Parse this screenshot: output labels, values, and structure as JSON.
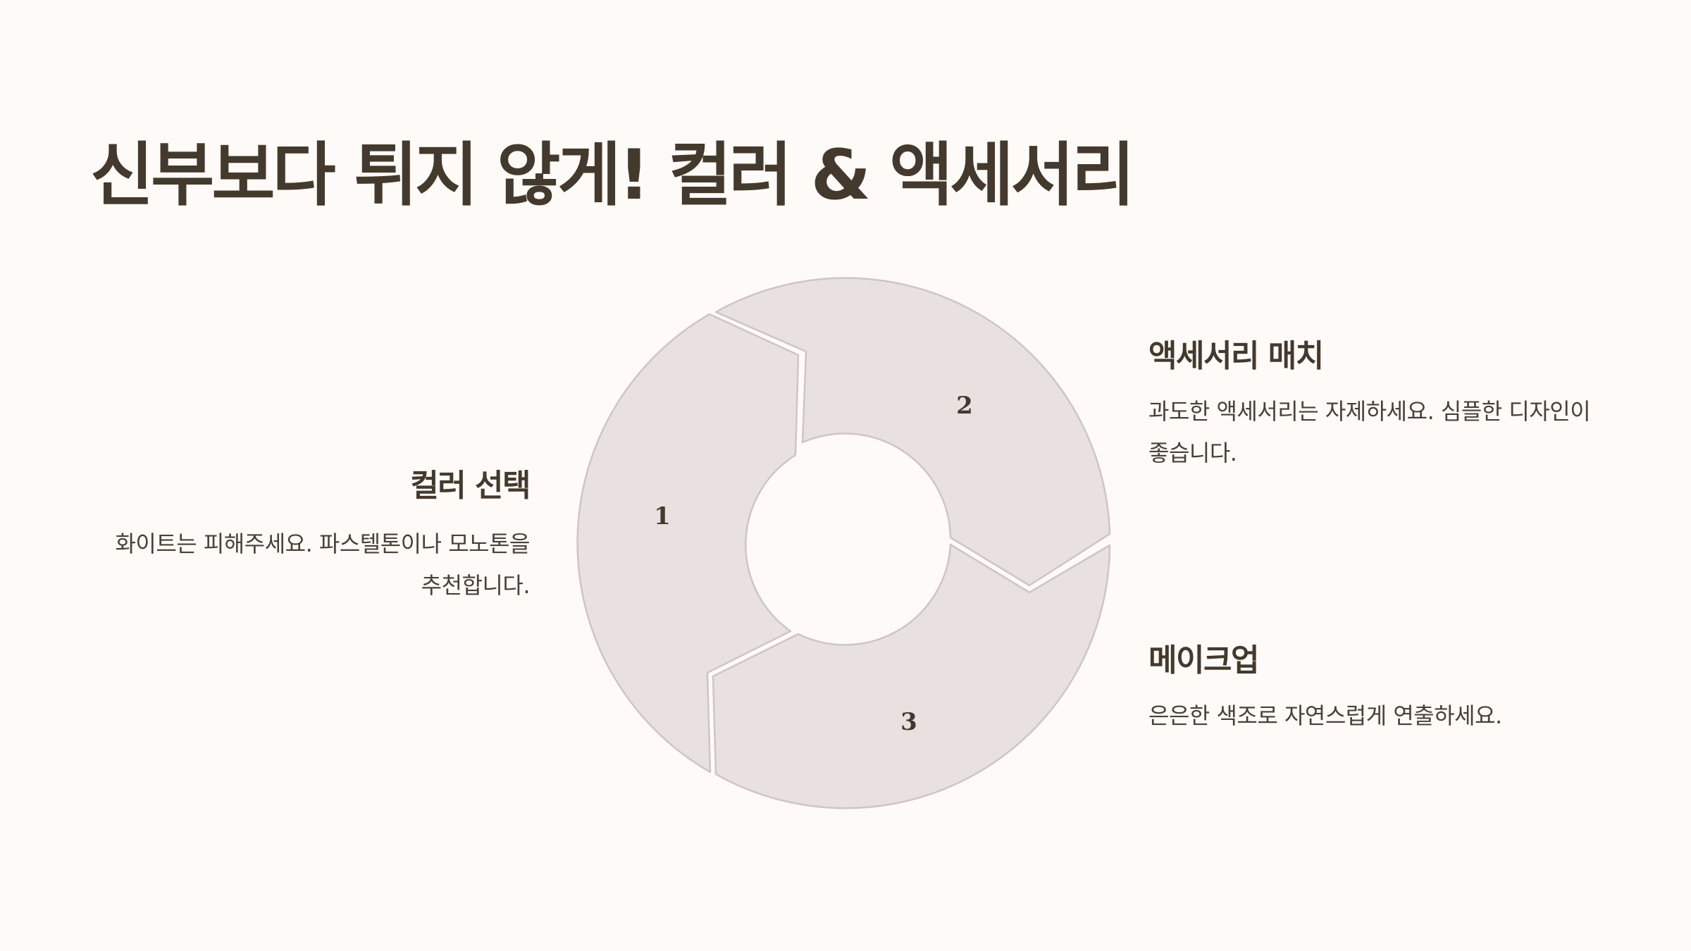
{
  "title": "신부보다 튀지 않게! 컬러 & 액세서리",
  "diagram": {
    "type": "cycle",
    "colors": {
      "segment_fill": "#e9e1df",
      "segment_stroke": "#cfc5c3",
      "text": "#44392d",
      "background": "#fdfaf7"
    },
    "segments": [
      {
        "number": "1",
        "heading": "컬러 선택",
        "text": "화이트는 피해주세요. 파스텔톤이나 모노톤을 추천합니다."
      },
      {
        "number": "2",
        "heading": "액세서리 매치",
        "text": "과도한 액세서리는 자제하세요. 심플한 디자인이 좋습니다."
      },
      {
        "number": "3",
        "heading": "메이크업",
        "text": "은은한 색조로 자연스럽게 연출하세요."
      }
    ]
  }
}
